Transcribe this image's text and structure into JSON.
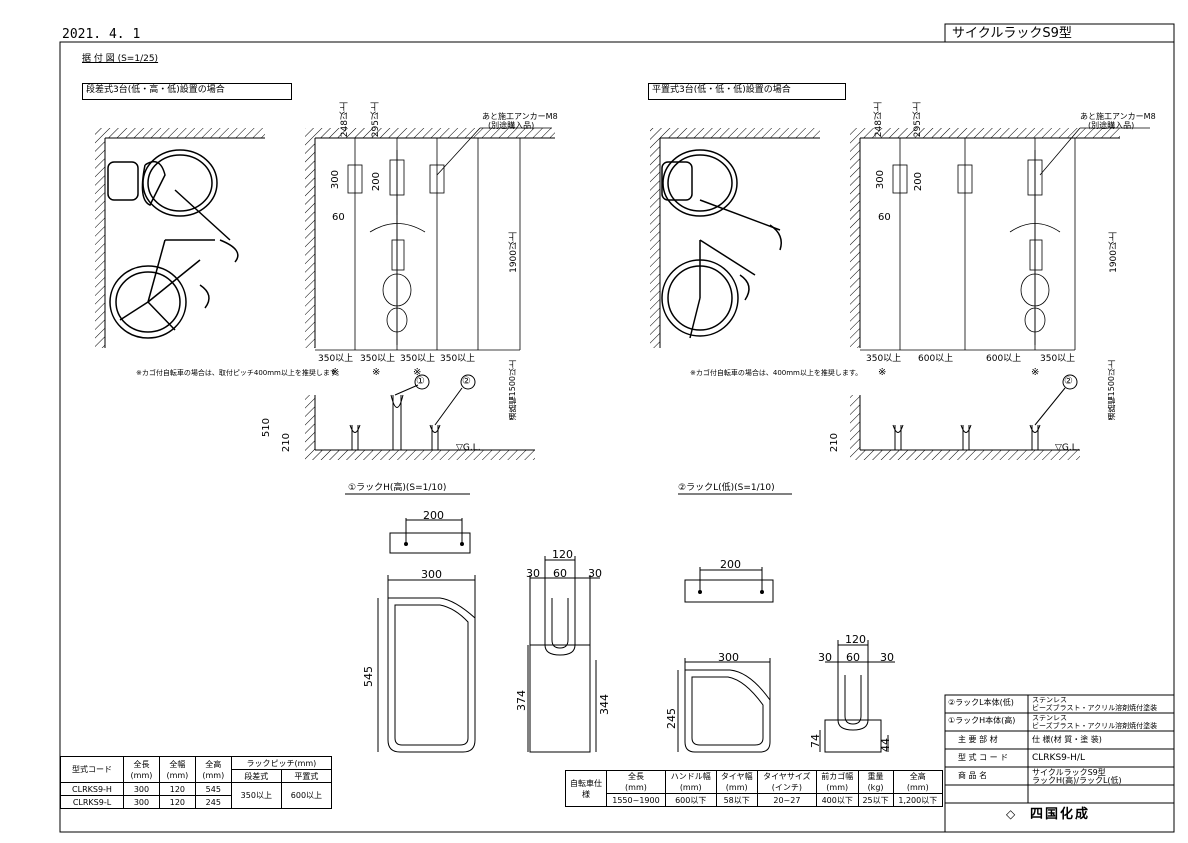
{
  "date": "2021. 4. 1",
  "title": "サイクルラックS9型",
  "drawing_label": "据 付 図 (S=1/25)",
  "left_section": {
    "heading": "段差式3台(低・高・低)設置の場合",
    "anchor_note_1": "あと施工アンカーM8",
    "anchor_note_2": "(別途購入品)",
    "note": "※カゴ付自転車の場合は、取付ピッチ400mm以上を推奨します。",
    "dim_248": "248以上",
    "dim_295": "295以上",
    "dim_300": "300",
    "dim_200": "200",
    "dim_60": "60",
    "dim_1900": "1900以上",
    "dim_350_a": "350以上",
    "dim_350_b": "350以上",
    "dim_350_c": "350以上",
    "dim_350_d": "350以上",
    "dim_1500": "1500以上",
    "dim_1500_prefix": "通路幅",
    "dim_510": "510",
    "dim_210": "210",
    "gl": "▽G.L.",
    "callout_1": "①",
    "callout_2": "②",
    "star": "※"
  },
  "right_section": {
    "heading": "平置式3台(低・低・低)設置の場合",
    "anchor_note_1": "あと施工アンカーM8",
    "anchor_note_2": "(別途購入品)",
    "note": "※カゴ付自転車の場合は、400mm以上を推奨します。",
    "dim_248": "248以上",
    "dim_295": "295以上",
    "dim_300": "300",
    "dim_200": "200",
    "dim_60": "60",
    "dim_1900": "1900以上",
    "dim_350_a": "350以上",
    "dim_600_a": "600以上",
    "dim_600_b": "600以上",
    "dim_350_b": "350以上",
    "dim_1500": "1500以上",
    "dim_1500_prefix": "通路幅",
    "dim_210": "210",
    "gl": "▽G.L.",
    "callout_2": "②",
    "star": "※"
  },
  "rack_h": {
    "label": "①ラックH(高)(S=1/10)",
    "d200": "200",
    "d300": "300",
    "d545": "545",
    "d120": "120",
    "d30a": "30",
    "d60": "60",
    "d30b": "30",
    "d374": "374",
    "d344": "344"
  },
  "rack_l": {
    "label": "②ラックL(低)(S=1/10)",
    "d200": "200",
    "d300": "300",
    "d245": "245",
    "d120": "120",
    "d30a": "30",
    "d60": "60",
    "d30b": "30",
    "d74": "74",
    "d44": "44"
  },
  "model_table": {
    "headers": [
      "型式コード",
      "全長\n(mm)",
      "全幅\n(mm)",
      "全高\n(mm)",
      "ラックピッチ(mm)"
    ],
    "sub_headers": [
      "段差式",
      "平置式"
    ],
    "rows": [
      [
        "CLRKS9-H",
        "300",
        "120",
        "545"
      ],
      [
        "CLRKS9-L",
        "300",
        "120",
        "245"
      ]
    ],
    "pitch_step": "350以上",
    "pitch_flat": "600以上"
  },
  "bike_table": {
    "row_label": "自転車仕様",
    "headers": [
      "全長\n(mm)",
      "ハンドル幅\n(mm)",
      "タイヤ幅\n(mm)",
      "タイヤサイズ\n(インチ)",
      "前カゴ幅\n(mm)",
      "重量\n(kg)",
      "全高\n(mm)"
    ],
    "values": [
      "1550~1900",
      "600以下",
      "58以下",
      "20~27",
      "400以下",
      "25以下",
      "1,200以下"
    ]
  },
  "title_block": {
    "rows": [
      [
        "②ラックL本体(低)",
        "ステンレス\nビーズブラスト・アクリル溶剤焼付塗装"
      ],
      [
        "①ラックH本体(高)",
        "ステンレス\nビーズブラスト・アクリル溶剤焼付塗装"
      ],
      [
        "主 要 部 材",
        "仕 様(材 質・塗 装)"
      ],
      [
        "型 式 コ ー ド",
        "CLRKS9-H/L"
      ],
      [
        "商 品 名",
        "サイクルラックS9型\nラックH(高)/ラックL(低)"
      ]
    ],
    "company": "四国化成"
  }
}
